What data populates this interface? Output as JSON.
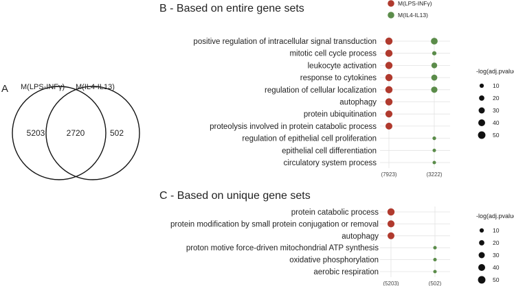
{
  "colors": {
    "group1": "#b03a2e",
    "group2": "#5b8c4a",
    "size_dot": "#111111"
  },
  "venn": {
    "letter": "A",
    "set1_label": "M(LPS-INFγ)",
    "set2_label": "M(IL4-IL13)",
    "only1": "5203",
    "both": "2720",
    "only2": "502"
  },
  "legend_top": {
    "group1": "M(LPS-INFγ)",
    "group2": "M(IL4-IL13)"
  },
  "chart_data": [
    {
      "type": "scatter",
      "title": "B - Based on entire gene sets",
      "columns": [
        "(7923)",
        "(3222)"
      ],
      "terms": [
        "positive regulation of intracellular signal transduction",
        "mitotic cell cycle process",
        "leukocyte activation",
        "response to cytokines",
        "regulation of cellular localization",
        "autophagy",
        "protein ubiquitination",
        "proteolysis involved in protein catabolic process",
        "regulation of epithelial cell proliferation",
        "epithelial cell differentiation",
        "circulatory system process"
      ],
      "series": [
        {
          "name": "M(LPS-INFγ)",
          "column": 0,
          "values": [
            45,
            45,
            45,
            45,
            45,
            45,
            42,
            40,
            null,
            null,
            null
          ]
        },
        {
          "name": "M(IL4-IL13)",
          "column": 1,
          "values": [
            38,
            10,
            25,
            28,
            32,
            null,
            null,
            null,
            6,
            5,
            5
          ]
        }
      ],
      "size_legend": {
        "title": "-log(adj.pvalue)",
        "values": [
          10,
          20,
          30,
          40,
          50
        ]
      }
    },
    {
      "type": "scatter",
      "title": "C - Based on unique gene sets",
      "columns": [
        "(5203)",
        "(502)"
      ],
      "terms": [
        "protein catabolic process",
        "protein modification by small protein conjugation or removal",
        "autophagy",
        "proton motive force-driven mitochondrial ATP synthesis",
        "oxidative phosphorylation",
        "aerobic respiration"
      ],
      "series": [
        {
          "name": "M(LPS-INFγ)",
          "column": 0,
          "values": [
            45,
            42,
            40,
            null,
            null,
            null
          ]
        },
        {
          "name": "M(IL4-IL13)",
          "column": 1,
          "values": [
            null,
            null,
            null,
            5,
            5,
            5
          ]
        }
      ],
      "size_legend": {
        "title": "-log(adj.pvalue)",
        "values": [
          10,
          20,
          30,
          40,
          50
        ]
      }
    }
  ]
}
